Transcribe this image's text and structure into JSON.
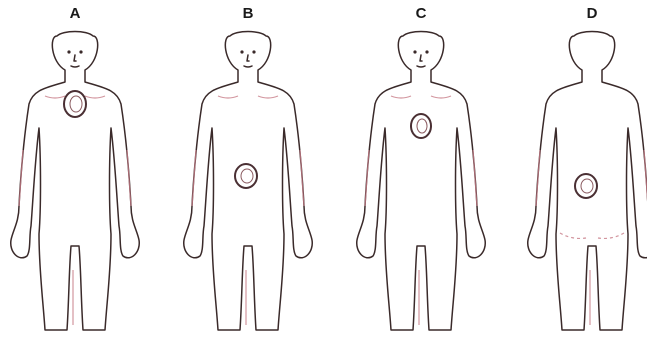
{
  "figures": [
    {
      "label": "A",
      "view": "front",
      "face": true,
      "lesion_site": "upper-chest"
    },
    {
      "label": "B",
      "view": "front",
      "face": true,
      "lesion_site": "abdomen"
    },
    {
      "label": "C",
      "view": "front",
      "face": true,
      "lesion_site": "mid-chest"
    },
    {
      "label": "D",
      "view": "back",
      "face": false,
      "lesion_site": "lower-back"
    }
  ],
  "colors": {
    "outline": "#3a2a2a",
    "lesion": "#4a2f33",
    "accent": "#c77a86",
    "background": "#ffffff"
  }
}
